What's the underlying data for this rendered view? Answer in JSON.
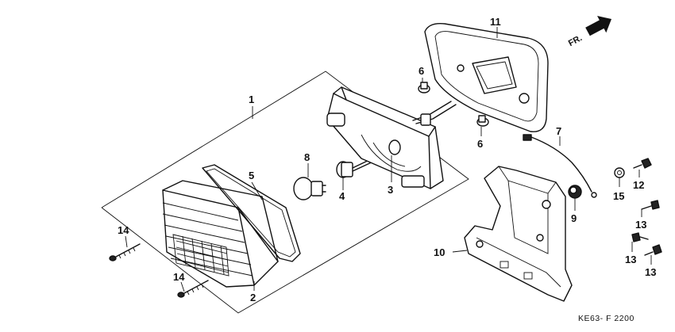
{
  "direction_marker": {
    "text": "FR.",
    "icon": "front-arrow-icon"
  },
  "figure_code": "KE63- F 2200",
  "callouts": [
    {
      "id": "c1",
      "text": "1"
    },
    {
      "id": "c2",
      "text": "2"
    },
    {
      "id": "c3",
      "text": "3"
    },
    {
      "id": "c4",
      "text": "4"
    },
    {
      "id": "c5",
      "text": "5"
    },
    {
      "id": "c6a",
      "text": "6"
    },
    {
      "id": "c6b",
      "text": "6"
    },
    {
      "id": "c7",
      "text": "7"
    },
    {
      "id": "c8",
      "text": "8"
    },
    {
      "id": "c9",
      "text": "9"
    },
    {
      "id": "c10",
      "text": "10"
    },
    {
      "id": "c11",
      "text": "11"
    },
    {
      "id": "c12",
      "text": "12"
    },
    {
      "id": "c13a",
      "text": "13"
    },
    {
      "id": "c13b",
      "text": "13"
    },
    {
      "id": "c13c",
      "text": "13"
    },
    {
      "id": "c14a",
      "text": "14"
    },
    {
      "id": "c14b",
      "text": "14"
    },
    {
      "id": "c15",
      "text": "15"
    }
  ]
}
